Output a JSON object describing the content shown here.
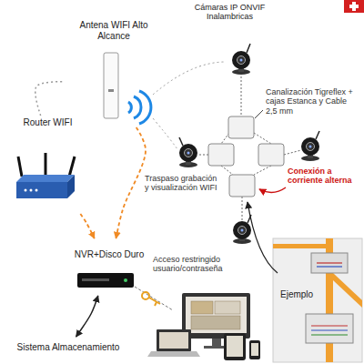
{
  "diagram": {
    "nodes": [
      {
        "text": [
          "Cámaras IP ONVIF Inalambricas"
        ]
      },
      {
        "text": [
          "Antena WIFI Alto Alcance"
        ]
      },
      {
        "text": [
          "Router WIFI"
        ]
      },
      {
        "text": [
          "NVR+Disco Duro"
        ]
      },
      {
        "text": [
          "Ejemplo"
        ]
      },
      {
        "text": [
          "Sistema Almacenamiento"
        ]
      }
    ],
    "edges": [
      {
        "from": 2,
        "to": 1,
        "arrow": "none"
      },
      {
        "from": 2,
        "to": 3,
        "arrow": "to"
      },
      {
        "from": 1,
        "to": 3,
        "label": "Traspaso grabación y visualización WIFI",
        "arrow": "to"
      },
      {
        "from": 3,
        "to": 5,
        "arrow": "both"
      }
    ],
    "labels": [
      "Canalización Tigreflex + cajas Estanca y Cable 2,5 mm",
      "Conexión a corriente alterna",
      "Acceso restringido usuario/contraseña"
    ]
  }
}
